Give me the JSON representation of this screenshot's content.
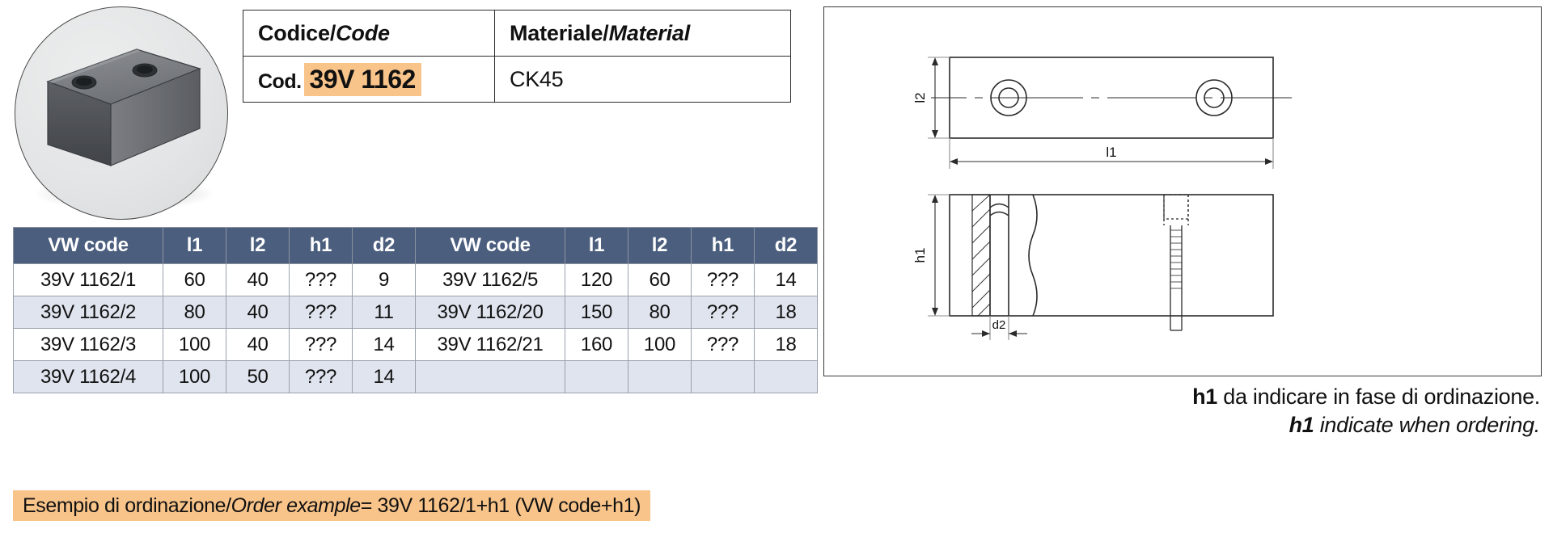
{
  "photo": {
    "alt_name": "steel-vice-jaw-block-photo"
  },
  "code_table": {
    "headers": {
      "code_it": "Codice/",
      "code_en": "Code",
      "material_it": "Materiale/",
      "material_en": "Material"
    },
    "row": {
      "cod_prefix": "Cod.",
      "code_value": "39V 1162",
      "material_value": "CK45"
    },
    "highlight_color": "#f9c48a"
  },
  "dim_table": {
    "headers": [
      "VW code",
      "l1",
      "l2",
      "h1",
      "d2",
      "VW code",
      "l1",
      "l2",
      "h1",
      "d2"
    ],
    "header_color": "#4b5e7e",
    "stripe_color": "#dfe4ee",
    "rows": [
      {
        "left": [
          "39V 1162/1",
          "60",
          "40",
          "???",
          "9"
        ],
        "right": [
          "39V 1162/5",
          "120",
          "60",
          "???",
          "14"
        ]
      },
      {
        "left": [
          "39V 1162/2",
          "80",
          "40",
          "???",
          "11"
        ],
        "right": [
          "39V 1162/20",
          "150",
          "80",
          "???",
          "18"
        ]
      },
      {
        "left": [
          "39V 1162/3",
          "100",
          "40",
          "???",
          "14"
        ],
        "right": [
          "39V 1162/21",
          "160",
          "100",
          "???",
          "18"
        ]
      },
      {
        "left": [
          "39V 1162/4",
          "100",
          "50",
          "???",
          "14"
        ],
        "right": [
          "",
          "",
          "",
          "",
          ""
        ]
      }
    ]
  },
  "order_example": {
    "label_it": "Esempio di ordinazione/",
    "label_en": "Order example",
    "value": " = 39V 1162/1+h1 (VW code+h1)"
  },
  "drawing": {
    "labels": {
      "l1": "l1",
      "l2": "l2",
      "h1": "h1",
      "d2": "d2"
    }
  },
  "notes": {
    "it_bold": "h1",
    "it_text": " da indicare in fase di ordinazione.",
    "en_bold": "h1",
    "en_text": " indicate when ordering."
  }
}
